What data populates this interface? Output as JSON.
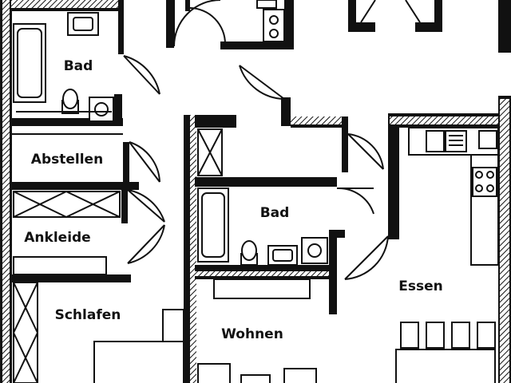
{
  "rooms": {
    "bad_left": "Bad",
    "abstellen": "Abstellen",
    "ankleide": "Ankleide",
    "schlafen": "Schlafen",
    "bad_center": "Bad",
    "wohnen": "Wohnen",
    "essen": "Essen"
  }
}
